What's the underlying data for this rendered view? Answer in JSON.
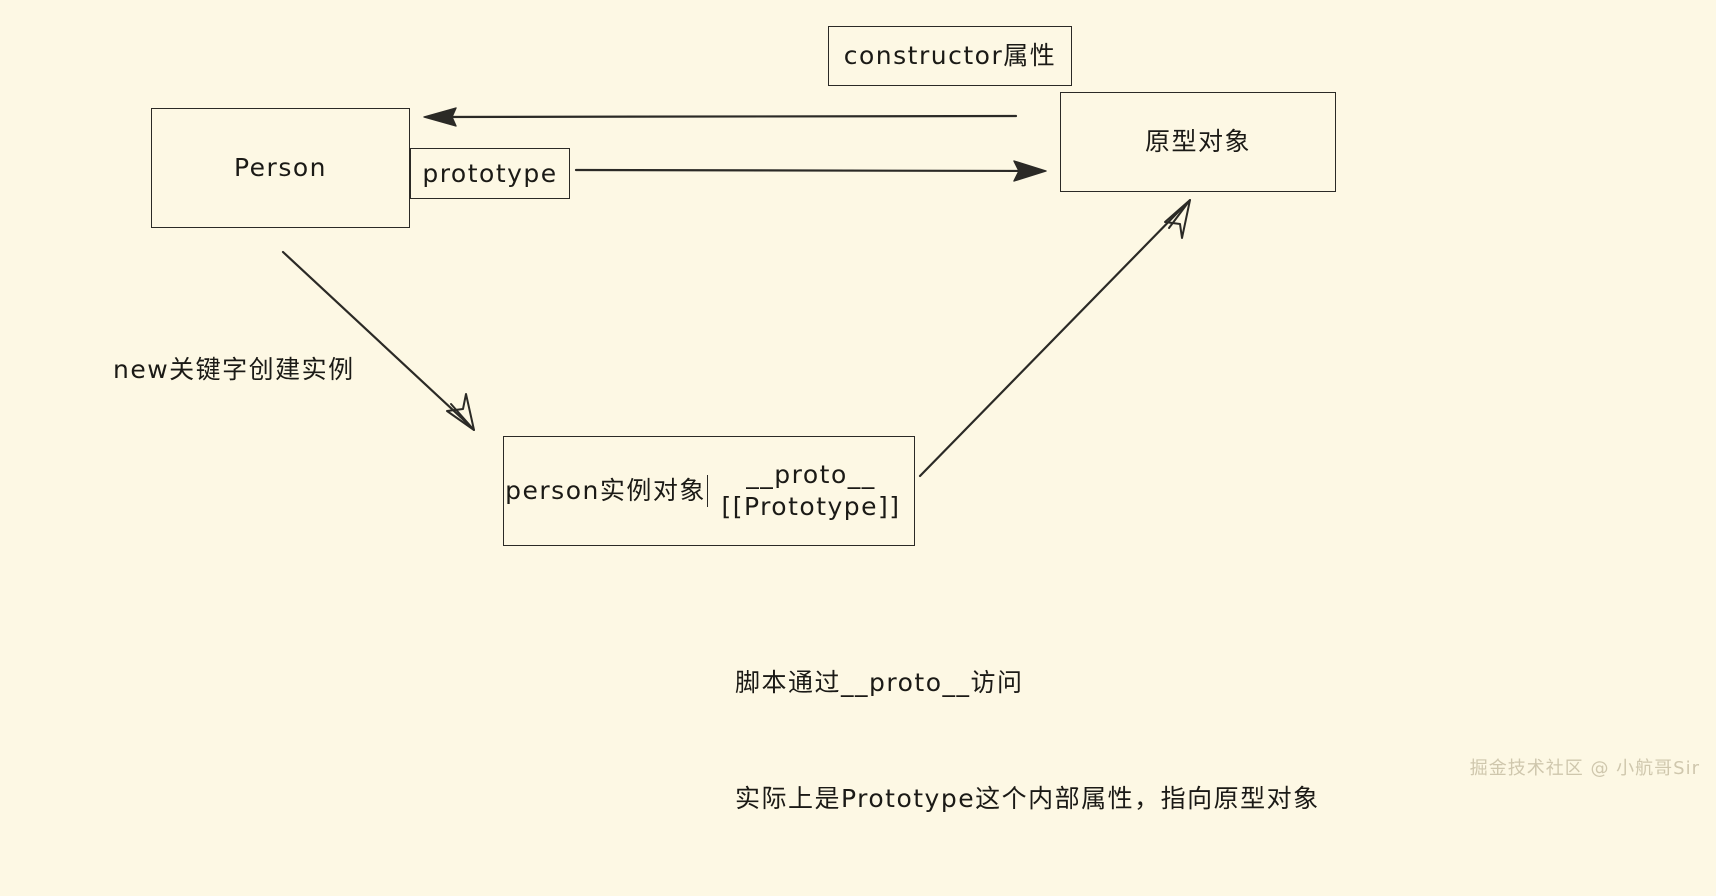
{
  "diagram": {
    "title": "JavaScript prototype chain diagram",
    "background_color": "#fdf8e4",
    "stroke_color": "#2b2a26",
    "nodes": {
      "constructor_attr": "constructor属性",
      "person": "Person",
      "prototype": "prototype",
      "prototype_object": "原型对象",
      "instance_object": "person实例对象",
      "proto_line1": "__proto__",
      "proto_line2": "[[Prototype]]"
    },
    "labels": {
      "new_keyword": "new关键字创建实例",
      "caption_line1": "脚本通过__proto__访问",
      "caption_line2": "实际上是Prototype这个内部属性，指向原型对象"
    },
    "watermark": "掘金技术社区 @ 小航哥Sir"
  }
}
